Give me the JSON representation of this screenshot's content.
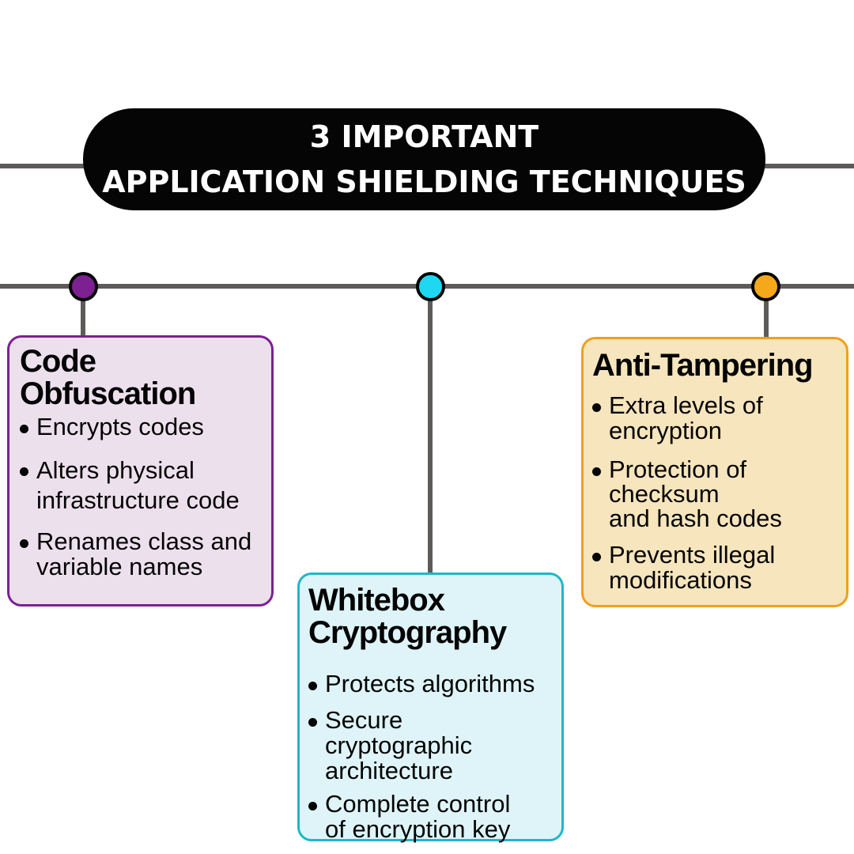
{
  "title": {
    "line1": "3 IMPORTANT",
    "line2": "APPLICATION SHIELDING TECHNIQUES"
  },
  "colors": {
    "connector": "#5f5a5a",
    "title_background": "#050505",
    "code_obfuscation_accent": "#7d2091",
    "whitebox_accent": "#1ed8f2",
    "anti_tampering_accent": "#f5a91a"
  },
  "techniques": [
    {
      "title_lines": [
        "Code",
        "Obfuscation"
      ],
      "items": [
        {
          "lines": [
            "Encrypts codes"
          ]
        },
        {
          "lines": [
            "Alters physical",
            "infrastructure code"
          ]
        },
        {
          "lines": [
            "Renames class and",
            "variable names"
          ]
        }
      ]
    },
    {
      "title_lines": [
        "Whitebox",
        "Cryptography"
      ],
      "items": [
        {
          "lines": [
            "Protects algorithms"
          ]
        },
        {
          "lines": [
            "Secure",
            "cryptographic",
            "architecture"
          ]
        },
        {
          "lines": [
            "Complete control",
            "of encryption key"
          ]
        }
      ]
    },
    {
      "title_lines": [
        "Anti-Tampering"
      ],
      "items": [
        {
          "lines": [
            "Extra levels of",
            "encryption"
          ]
        },
        {
          "lines": [
            "Protection of",
            "checksum",
            "and hash codes"
          ]
        },
        {
          "lines": [
            "Prevents illegal",
            "modifications"
          ]
        }
      ]
    }
  ]
}
